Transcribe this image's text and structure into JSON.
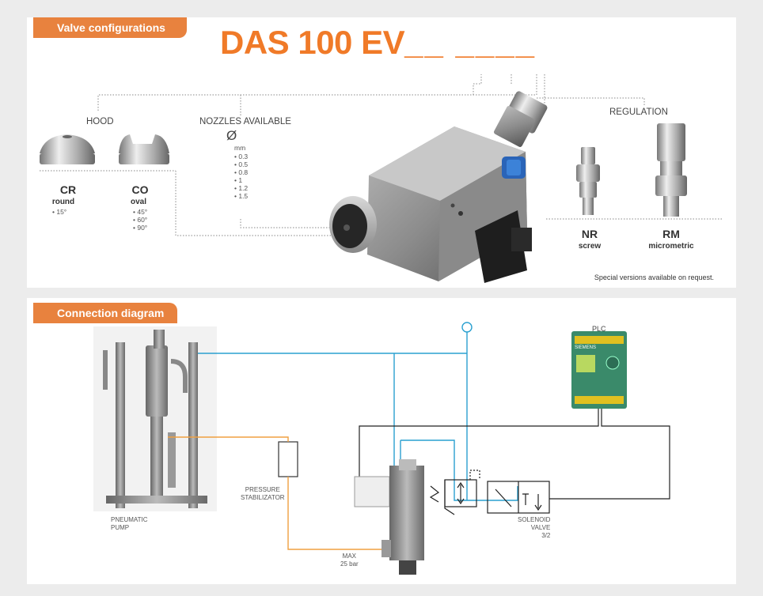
{
  "valve_section": {
    "tab_label": "Valve configurations",
    "model_title": "DAS 100 EV",
    "hood_label": "HOOD",
    "nozzles_label": "NOZZLES AVAILABLE",
    "diameter_symbol": "Ø",
    "diameter_unit": "mm",
    "nozzle_sizes": [
      "• 0.3",
      "• 0.5",
      "• 0.8",
      "• 1",
      "• 1.2",
      "• 1.5"
    ],
    "regulation_label": "REGULATION",
    "hoods": [
      {
        "code": "CR",
        "name": "round",
        "angles": [
          "• 15°"
        ]
      },
      {
        "code": "CO",
        "name": "oval",
        "angles": [
          "• 45°",
          "• 60°",
          "• 90°"
        ]
      }
    ],
    "regulations": [
      {
        "code": "NR",
        "name": "screw"
      },
      {
        "code": "RM",
        "name": "micrometric"
      }
    ],
    "special_note": "Special versions available on request."
  },
  "connection_section": {
    "tab_label": "Connection diagram",
    "plc_label": "PLC",
    "plc_brand": "SIEMENS",
    "pump_label": [
      "PNEUMATIC",
      "PUMP"
    ],
    "stabilizator_label": [
      "PRESSURE",
      "STABILIZATOR"
    ],
    "max_label": [
      "MAX",
      "25 bar"
    ],
    "solenoid_label": [
      "SOLENOID",
      "VALVE",
      "3/2"
    ]
  },
  "colors": {
    "accent_orange": "#f07a28",
    "tab_orange": "#e8823e",
    "air_line_blue": "#2aa0d0",
    "product_line_orange": "#f0a040",
    "electric_line": "#222222"
  }
}
